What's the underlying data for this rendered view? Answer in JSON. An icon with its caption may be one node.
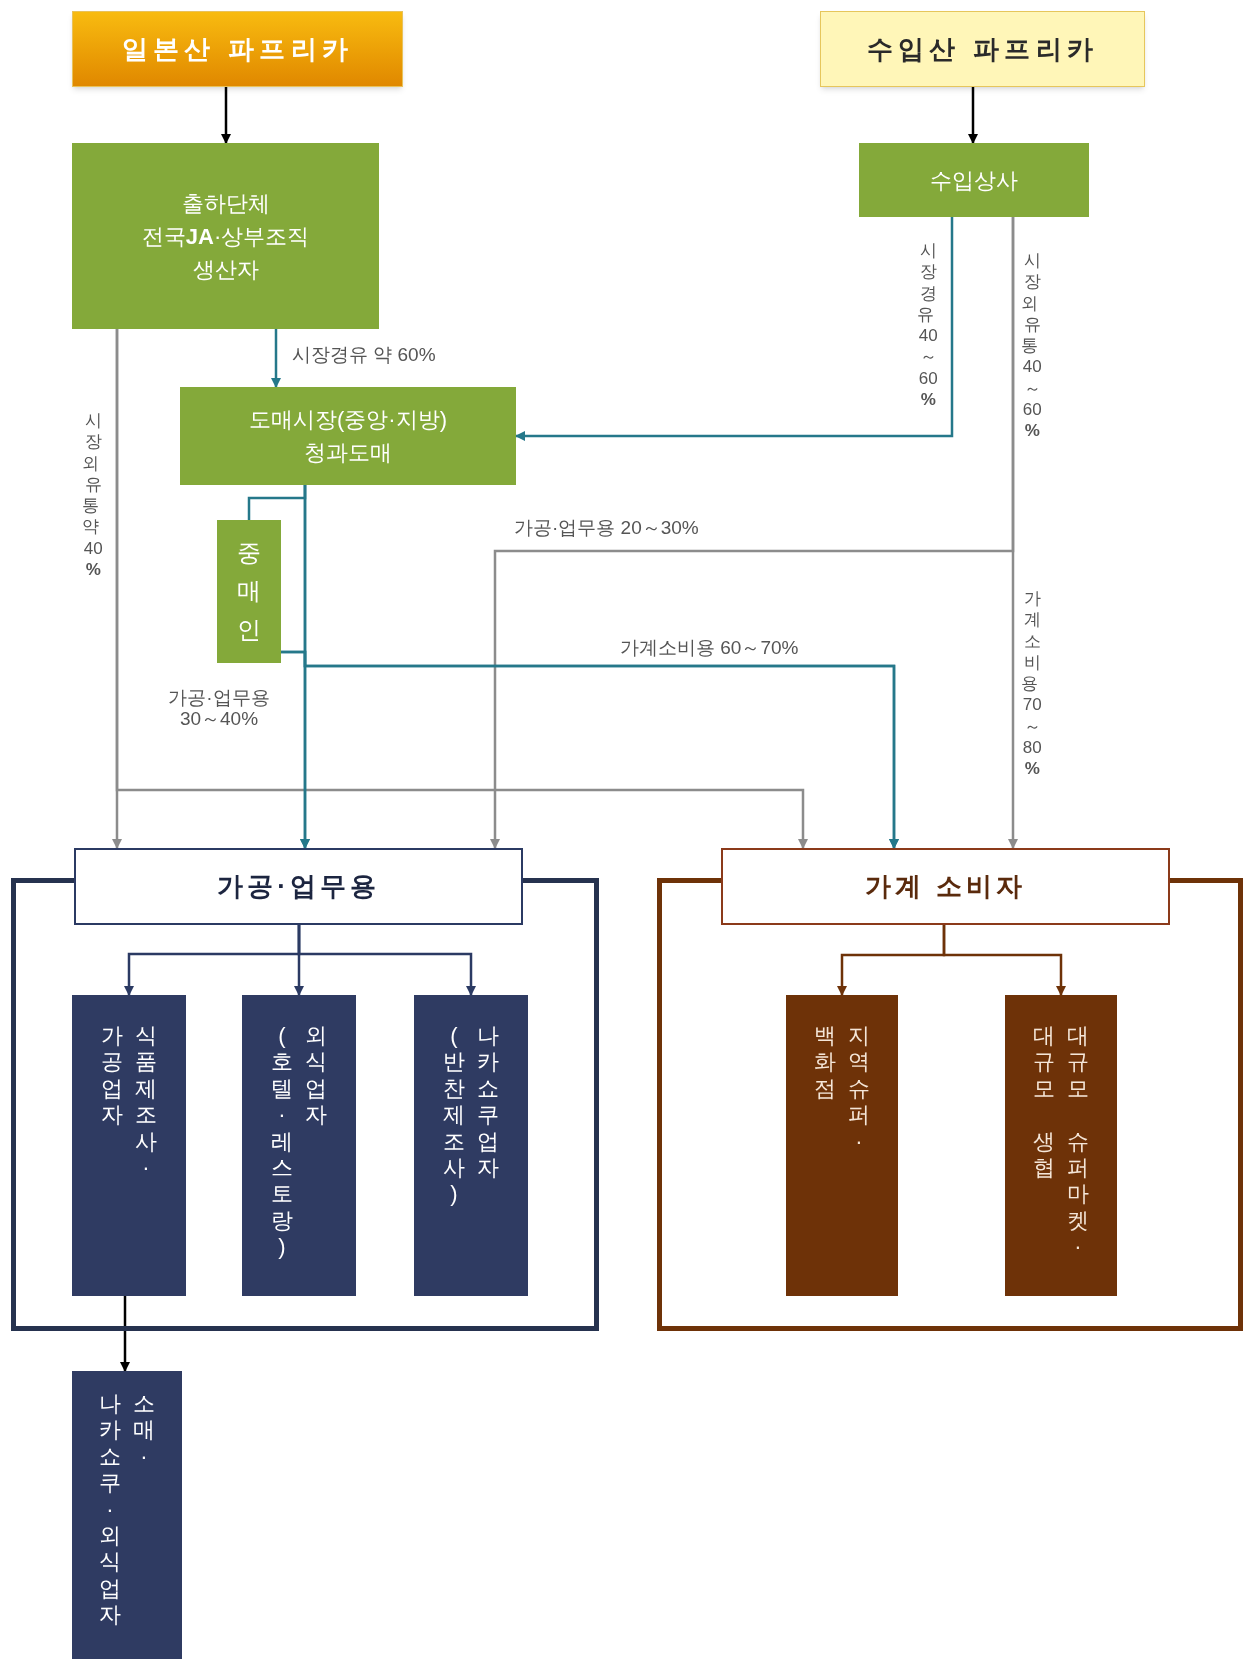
{
  "diagram": {
    "nodes": [
      {
        "text": [
          "일본산 파프리카"
        ]
      },
      {
        "text": [
          "수입산 파프리카"
        ]
      },
      {
        "text": [
          "출하단체",
          "전국**JA**·상부조직",
          "생산자"
        ]
      },
      {
        "text": [
          "수입상사"
        ]
      },
      {
        "text": [
          "도매시장(중앙·지방)",
          "청과도매"
        ]
      },
      {
        "text": [
          "중매인"
        ]
      },
      {
        "text": [
          "가공·업무용"
        ]
      },
      {
        "text": [],
        "shape": "box"
      },
      {
        "text": [
          "가공업자",
          "식품제조사·"
        ],
        "in": 7
      },
      {
        "text": [
          "(호텔·레스토랑)",
          "외식업자"
        ],
        "in": 7
      },
      {
        "text": [
          "(반찬제조사)",
          "나카쇼쿠업자"
        ],
        "in": 7
      },
      {
        "text": [
          "가계 소비자"
        ]
      },
      {
        "text": [],
        "shape": "box"
      },
      {
        "text": [
          "백화점",
          "지역슈퍼·"
        ],
        "in": 12
      },
      {
        "text": [
          "대규모 생협",
          "대규모 슈퍼마켓·"
        ],
        "in": 12
      },
      {
        "text": [
          "나카쇼쿠·외식업자",
          "소매·"
        ]
      }
    ],
    "edges": [
      {
        "from": 0,
        "to": 2,
        "arrow": "to",
        "color": "#000000"
      },
      {
        "from": 1,
        "to": 3,
        "arrow": "to",
        "color": "#000000"
      },
      {
        "from": 2,
        "to": 4,
        "arrow": "to",
        "label": "시장경유 약 60%"
      },
      {
        "from": 2,
        "to": 6,
        "arrow": "to",
        "color": "#8c8c8c"
      },
      {
        "from": 2,
        "to": 11,
        "arrow": "to",
        "color": "#8c8c8c"
      },
      {
        "from": 3,
        "to": 4,
        "arrow": "to",
        "label": "시장경유 40～60**%**"
      },
      {
        "from": 3,
        "to": 6,
        "arrow": "to",
        "color": "#8c8c8c",
        "label": "가공·업무용 20～30%"
      },
      {
        "from": 3,
        "to": 11,
        "arrow": "to",
        "color": "#8c8c8c",
        "label": "가계소비용 70～80**%**"
      },
      {
        "from": 4,
        "to": 5,
        "arrow": "none"
      },
      {
        "from": 4,
        "to": 6,
        "arrow": "to",
        "label": "가공·업무용 30～40%"
      },
      {
        "from": 4,
        "to": 11,
        "arrow": "to",
        "label": "가계소비용 60～70%"
      },
      {
        "from": 5,
        "to": 6,
        "arrow": "to"
      },
      {
        "from": 5,
        "to": 11,
        "arrow": "to"
      },
      {
        "from": 6,
        "to": 8,
        "arrow": "to",
        "color": "#2b3a63"
      },
      {
        "from": 6,
        "to": 9,
        "arrow": "to",
        "color": "#2b3a63"
      },
      {
        "from": 6,
        "to": 10,
        "arrow": "to",
        "color": "#2b3a63"
      },
      {
        "from": 11,
        "to": 13,
        "arrow": "to",
        "color": "#6e3208"
      },
      {
        "from": 11,
        "to": 14,
        "arrow": "to",
        "color": "#6e3208"
      },
      {
        "from": 8,
        "to": 15,
        "arrow": "to",
        "color": "#000000"
      }
    ],
    "labels": [
      "시장외 유통 약 40**%**",
      "시장외 유통 40～60**%**"
    ]
  }
}
